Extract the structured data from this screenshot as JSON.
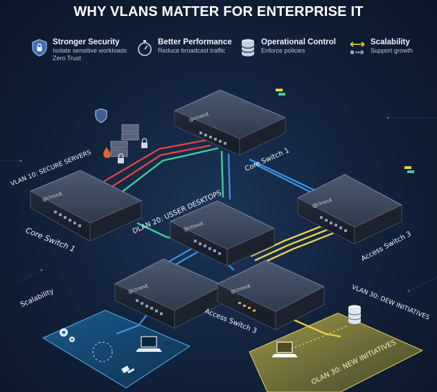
{
  "title": "WHY VLANS MATTER FOR ENTERPRISE IT",
  "benefits": [
    {
      "icon": "shield-lock-icon",
      "title": "Stronger Security",
      "sub1": "Isolate sensitive workloads",
      "sub2": "Zero Trust"
    },
    {
      "icon": "stopwatch-icon",
      "title": "Better Performance",
      "sub1": "Reduce broadcast traffic",
      "sub2": ""
    },
    {
      "icon": "database-icon",
      "title": "Operational Control",
      "sub1": "Enforce policies",
      "sub2": ""
    },
    {
      "icon": "arrows-scale-icon",
      "title": "Scalability",
      "sub1": "Support growth",
      "sub2": ""
    }
  ],
  "labels": {
    "vlan10": "VLAN 10: SECURE SERVERS",
    "core_left": "Core Switch 1",
    "core_top": "Core Switch 1",
    "vlan20": "DLAN 20: USSER DESKTOPS",
    "access_right": "Access Switch 3",
    "access_bottom": "Access Switch 3",
    "vlan30_top": "VLAN 30: DEW INITIATIVES",
    "vlan30_panel": "OLAN 30: NEW INITIATIVES",
    "scalability": "Scalability"
  },
  "switch_brand": "@ctronX",
  "colors": {
    "vlan_red": "#e0453f",
    "vlan_blue": "#3a8fe0",
    "vlan_green": "#3fcf9a",
    "vlan_yellow": "#e8d24a",
    "panel_blue": "#1e6fa8",
    "panel_gold": "#b6a43a"
  }
}
